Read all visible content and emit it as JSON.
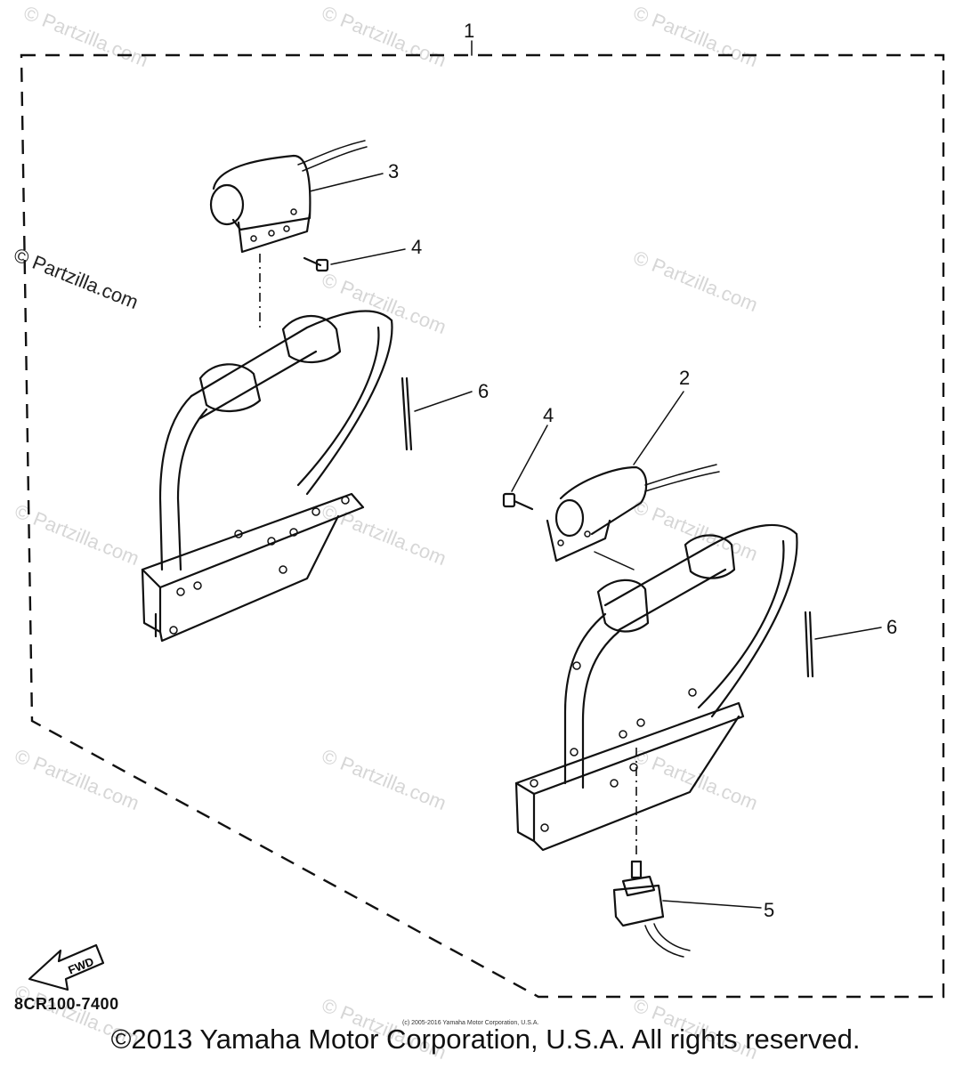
{
  "callouts": {
    "c1": "1",
    "c2": "2",
    "c3": "3",
    "c4a": "4",
    "c4b": "4",
    "c5": "5",
    "c6a": "6",
    "c6b": "6"
  },
  "watermark": "© Partzilla.com",
  "part_code": "8CR100-7400",
  "fwd_label": "FWD",
  "tiny_copyright": "(c) 2005-2016 Yamaha Motor Corporation, U.S.A.",
  "copyright": "©2013 Yamaha Motor Corporation, U.S.A. All rights reserved."
}
